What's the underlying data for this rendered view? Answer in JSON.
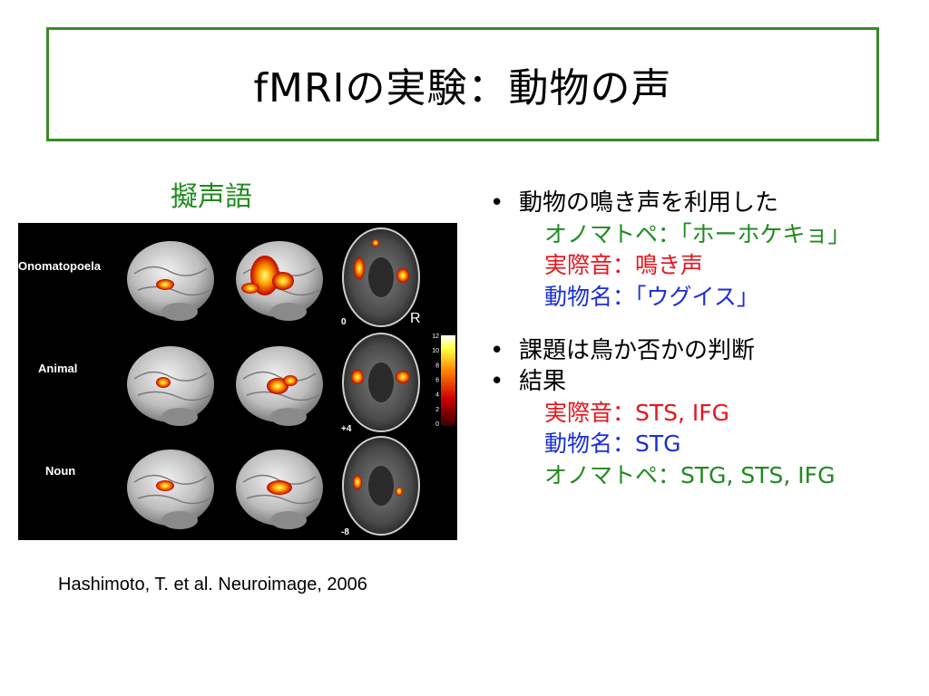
{
  "slide": {
    "title": "fMRIの実験：動物の声",
    "subheading": "擬声語",
    "citation": "Hashimoto, T. et al. Neuroimage, 2006"
  },
  "figure": {
    "row_labels": [
      "Onomatopoela",
      "Animal",
      "Noun"
    ],
    "slice_labels": [
      "0",
      "+4",
      "-8"
    ],
    "orientation_label": "R",
    "colorbar_ticks": [
      "12",
      "10",
      "8",
      "6",
      "4",
      "2",
      "0"
    ]
  },
  "bullets": [
    {
      "text": "動物の鳴き声を利用した",
      "subs": [
        {
          "text": "オノマトペ：「ホーホケキョ」",
          "color": "#1f8a1f"
        },
        {
          "text": "実際音：鳴き声",
          "color": "#e8141c"
        },
        {
          "text": "動物名：「ウグイス」",
          "color": "#1a2fd6"
        }
      ]
    },
    {
      "text": "課題は鳥か否かの判断",
      "subs": []
    },
    {
      "text": "結果",
      "subs": [
        {
          "text": "実際音：STS, IFG",
          "color": "#e8141c"
        },
        {
          "text": "動物名：STG",
          "color": "#1a2fd6"
        },
        {
          "text": "オノマトペ：STG, STS, IFG",
          "color": "#1f8a1f"
        }
      ]
    }
  ],
  "colors": {
    "title_border": "#3a8a2a",
    "subheading": "#1f8a1f",
    "figure_background": "#000000"
  },
  "icons": {
    "bullet": "•"
  }
}
